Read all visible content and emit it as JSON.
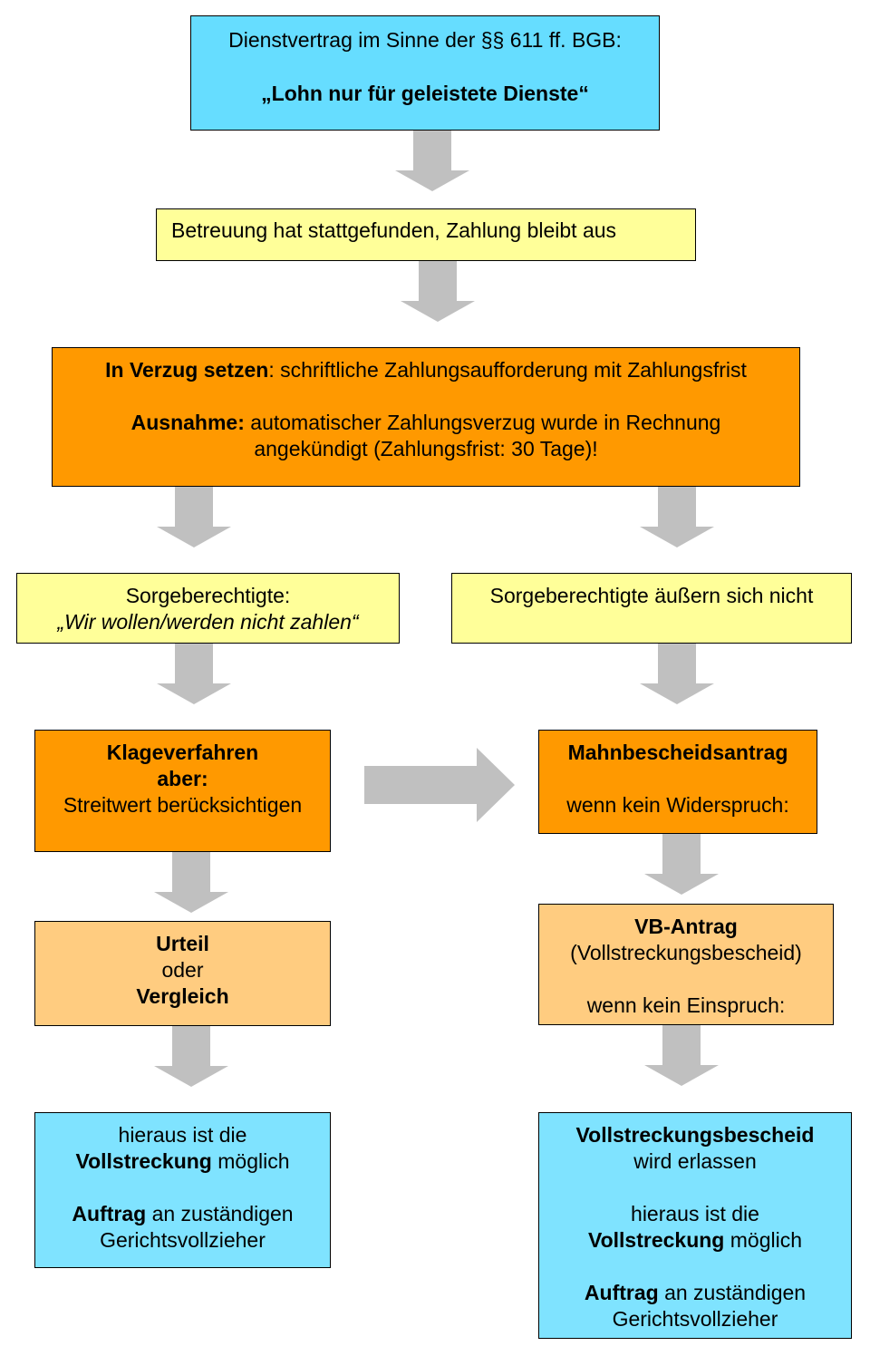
{
  "start": {
    "line1": "Dienstvertrag im Sinne der §§ 611 ff. BGB:",
    "line2": "„Lohn nur für geleistete Dienste“"
  },
  "step2": {
    "text": "Betreuung hat stattgefunden, Zahlung bleibt aus"
  },
  "step3": {
    "line1_bold": "In Verzug setzen",
    "line1_rest": ": schriftliche Zahlungsaufforderung mit Zahlungsfrist",
    "line2_bold": "Ausnahme:",
    "line2_rest": " automatischer Zahlungsverzug wurde in Rechnung",
    "line3": "angekündigt (Zahlungsfrist: 30 Tage)!"
  },
  "left": {
    "parents": {
      "line1": "Sorgeberechtigte:",
      "line2": "„Wir wollen/werden nicht zahlen“"
    },
    "lawsuit": {
      "line1": "Klageverfahren",
      "line2": "aber:",
      "line3": "Streitwert berücksichtigen"
    },
    "judgment": {
      "line1": "Urteil",
      "line2": "oder",
      "line3": "Vergleich"
    },
    "enforcement": {
      "line1": "hieraus ist die",
      "line2_bold": "Vollstreckung",
      "line2_rest": " möglich",
      "line3_bold": "Auftrag",
      "line3_rest": " an zuständigen",
      "line4": "Gerichtsvollzieher"
    }
  },
  "right": {
    "parents": {
      "text": "Sorgeberechtigte äußern sich nicht"
    },
    "dunning": {
      "line1": "Mahnbescheidsantrag",
      "line2": "wenn kein Widerspruch:"
    },
    "vb": {
      "line1": "VB-Antrag",
      "line2": "(Vollstreckungsbescheid)",
      "line3": "wenn kein Einspruch:"
    },
    "enforcement": {
      "line1_bold": "Vollstreckungsbescheid",
      "line2": "wird erlassen",
      "line3": "hieraus ist die",
      "line4_bold": "Vollstreckung",
      "line4_rest": " möglich",
      "line5_bold": "Auftrag",
      "line5_rest": " an zuständigen",
      "line6": "Gerichtsvollzieher"
    }
  },
  "colors": {
    "cyan": "#66ddff",
    "yellow": "#ffff99",
    "orange": "#ff9900",
    "peach": "#ffcc80",
    "arrow": "#c0c0c0"
  }
}
